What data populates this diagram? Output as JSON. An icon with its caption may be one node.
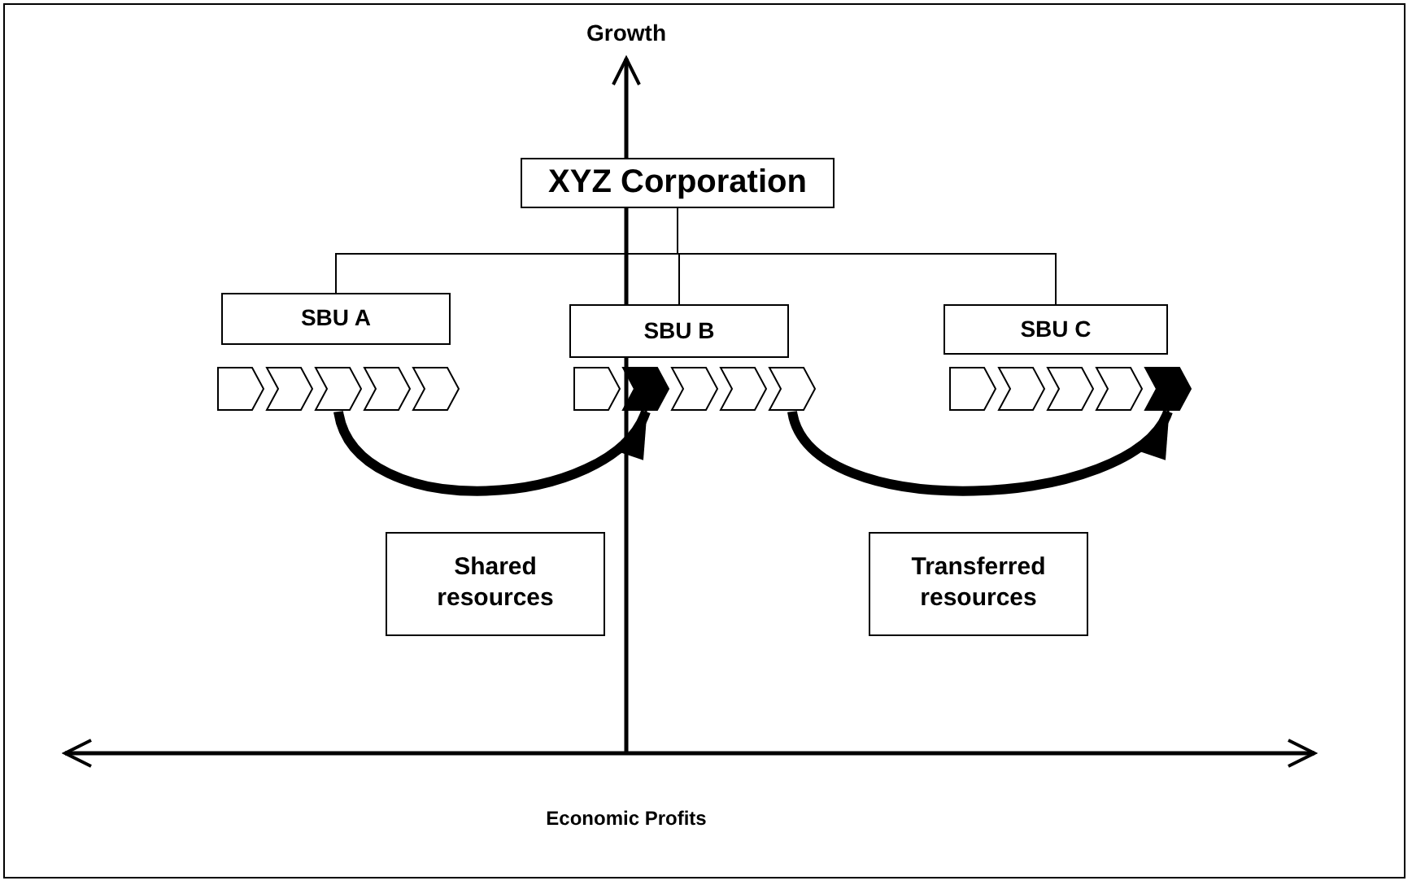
{
  "diagram": {
    "nodes": [
      {
        "text": [
          "XYZ Corporation"
        ]
      },
      {
        "text": [
          "SBU A"
        ]
      },
      {
        "text": [
          "SBU B"
        ]
      },
      {
        "text": [
          "SBU C"
        ]
      },
      {
        "text": [],
        "shape": "chevron"
      },
      {
        "text": [],
        "shape": "chevron"
      },
      {
        "text": [],
        "shape": "chevron"
      },
      {
        "text": [],
        "shape": "chevron"
      },
      {
        "text": [],
        "shape": "chevron"
      },
      {
        "text": [],
        "shape": "chevron"
      },
      {
        "text": [],
        "shape": "chevron"
      },
      {
        "text": [],
        "shape": "chevron"
      },
      {
        "text": [],
        "shape": "chevron"
      },
      {
        "text": [],
        "shape": "chevron"
      },
      {
        "text": [],
        "shape": "chevron"
      },
      {
        "text": [],
        "shape": "chevron"
      },
      {
        "text": [],
        "shape": "chevron"
      },
      {
        "text": [],
        "shape": "chevron"
      },
      {
        "text": [],
        "shape": "chevron"
      },
      {
        "text": [
          "Shared resources"
        ]
      },
      {
        "text": [
          "Transferred resources"
        ]
      }
    ],
    "edges": [
      {
        "from": 0,
        "to": 1,
        "arrow": "none"
      },
      {
        "from": 0,
        "to": 2,
        "arrow": "none"
      },
      {
        "from": 0,
        "to": 3,
        "arrow": "none"
      },
      {
        "from": 6,
        "to": 10,
        "arrow": "to",
        "style": "thick"
      },
      {
        "from": 13,
        "to": 18,
        "arrow": "to",
        "style": "thick"
      }
    ],
    "labels": [
      "Growth",
      "Economic Profits"
    ]
  }
}
